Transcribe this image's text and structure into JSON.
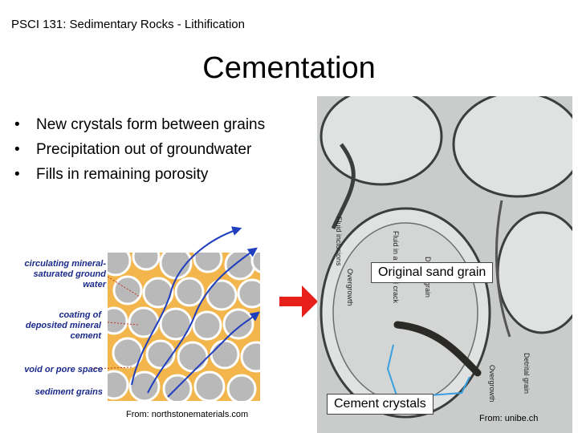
{
  "header": {
    "course_title": "PSCI 131: Sedimentary Rocks - Lithification"
  },
  "slide": {
    "title": "Cementation",
    "bullets": [
      "New crystals form between grains",
      "Precipitation out of groundwater",
      "Fills in remaining porosity"
    ],
    "bullet_marker": "•"
  },
  "diagram": {
    "labels": {
      "circulating": "circulating mineral-saturated ground water",
      "coating": "coating of deposited mineral cement",
      "void": "void or pore space",
      "sediment": "sediment grains"
    },
    "source": "From: northstonematerials.com",
    "colors": {
      "grain": "#b9b9b9",
      "cement": "#f2b64c",
      "flow": "#1f3fbf",
      "label": "#1b2a8a"
    }
  },
  "arrow": {
    "icon": "right-arrow-icon",
    "color": "#e8201b"
  },
  "micrograph": {
    "labels": {
      "original": "Original sand grain",
      "cement": "Cement crystals"
    },
    "source": "From: unibe.ch",
    "annotation_color": "#3aa0e0"
  }
}
